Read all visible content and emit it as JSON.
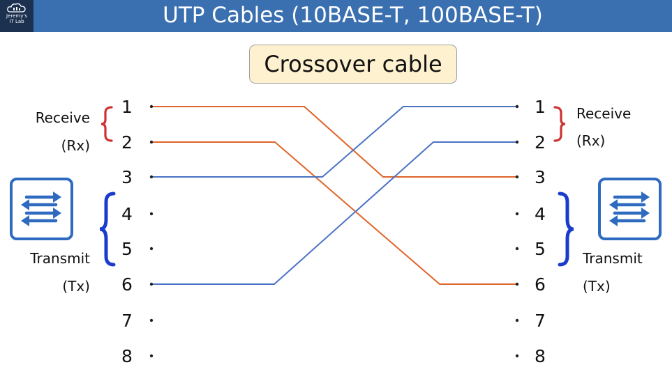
{
  "header": {
    "title": "UTP Cables (10BASE-T, 100BASE-T)",
    "logo_line1": "Jeremy's",
    "logo_line2": "IT Lab"
  },
  "subtitle": "Crossover cable",
  "left": {
    "pins": [
      "1",
      "2",
      "3",
      "4",
      "5",
      "6",
      "7",
      "8"
    ],
    "receive_label": "Receive",
    "receive_abbr": "(Rx)",
    "transmit_label": "Transmit",
    "transmit_abbr": "(Tx)"
  },
  "right": {
    "pins": [
      "1",
      "2",
      "3",
      "4",
      "5",
      "6",
      "7",
      "8"
    ],
    "receive_label": "Receive",
    "receive_abbr": "(Rx)",
    "transmit_label": "Transmit",
    "transmit_abbr": "(Tx)"
  },
  "colors": {
    "header_bg": "#3a6fb0",
    "orange_wire": "#e0642a",
    "blue_wire": "#4a72c4",
    "receive_brace": "#cc3333",
    "transmit_brace": "#1a3ccc",
    "switch_icon": "#2e6bc0"
  },
  "icons": {
    "left_device": "switch-icon",
    "right_device": "switch-icon",
    "logo": "cloud-logo-icon"
  }
}
